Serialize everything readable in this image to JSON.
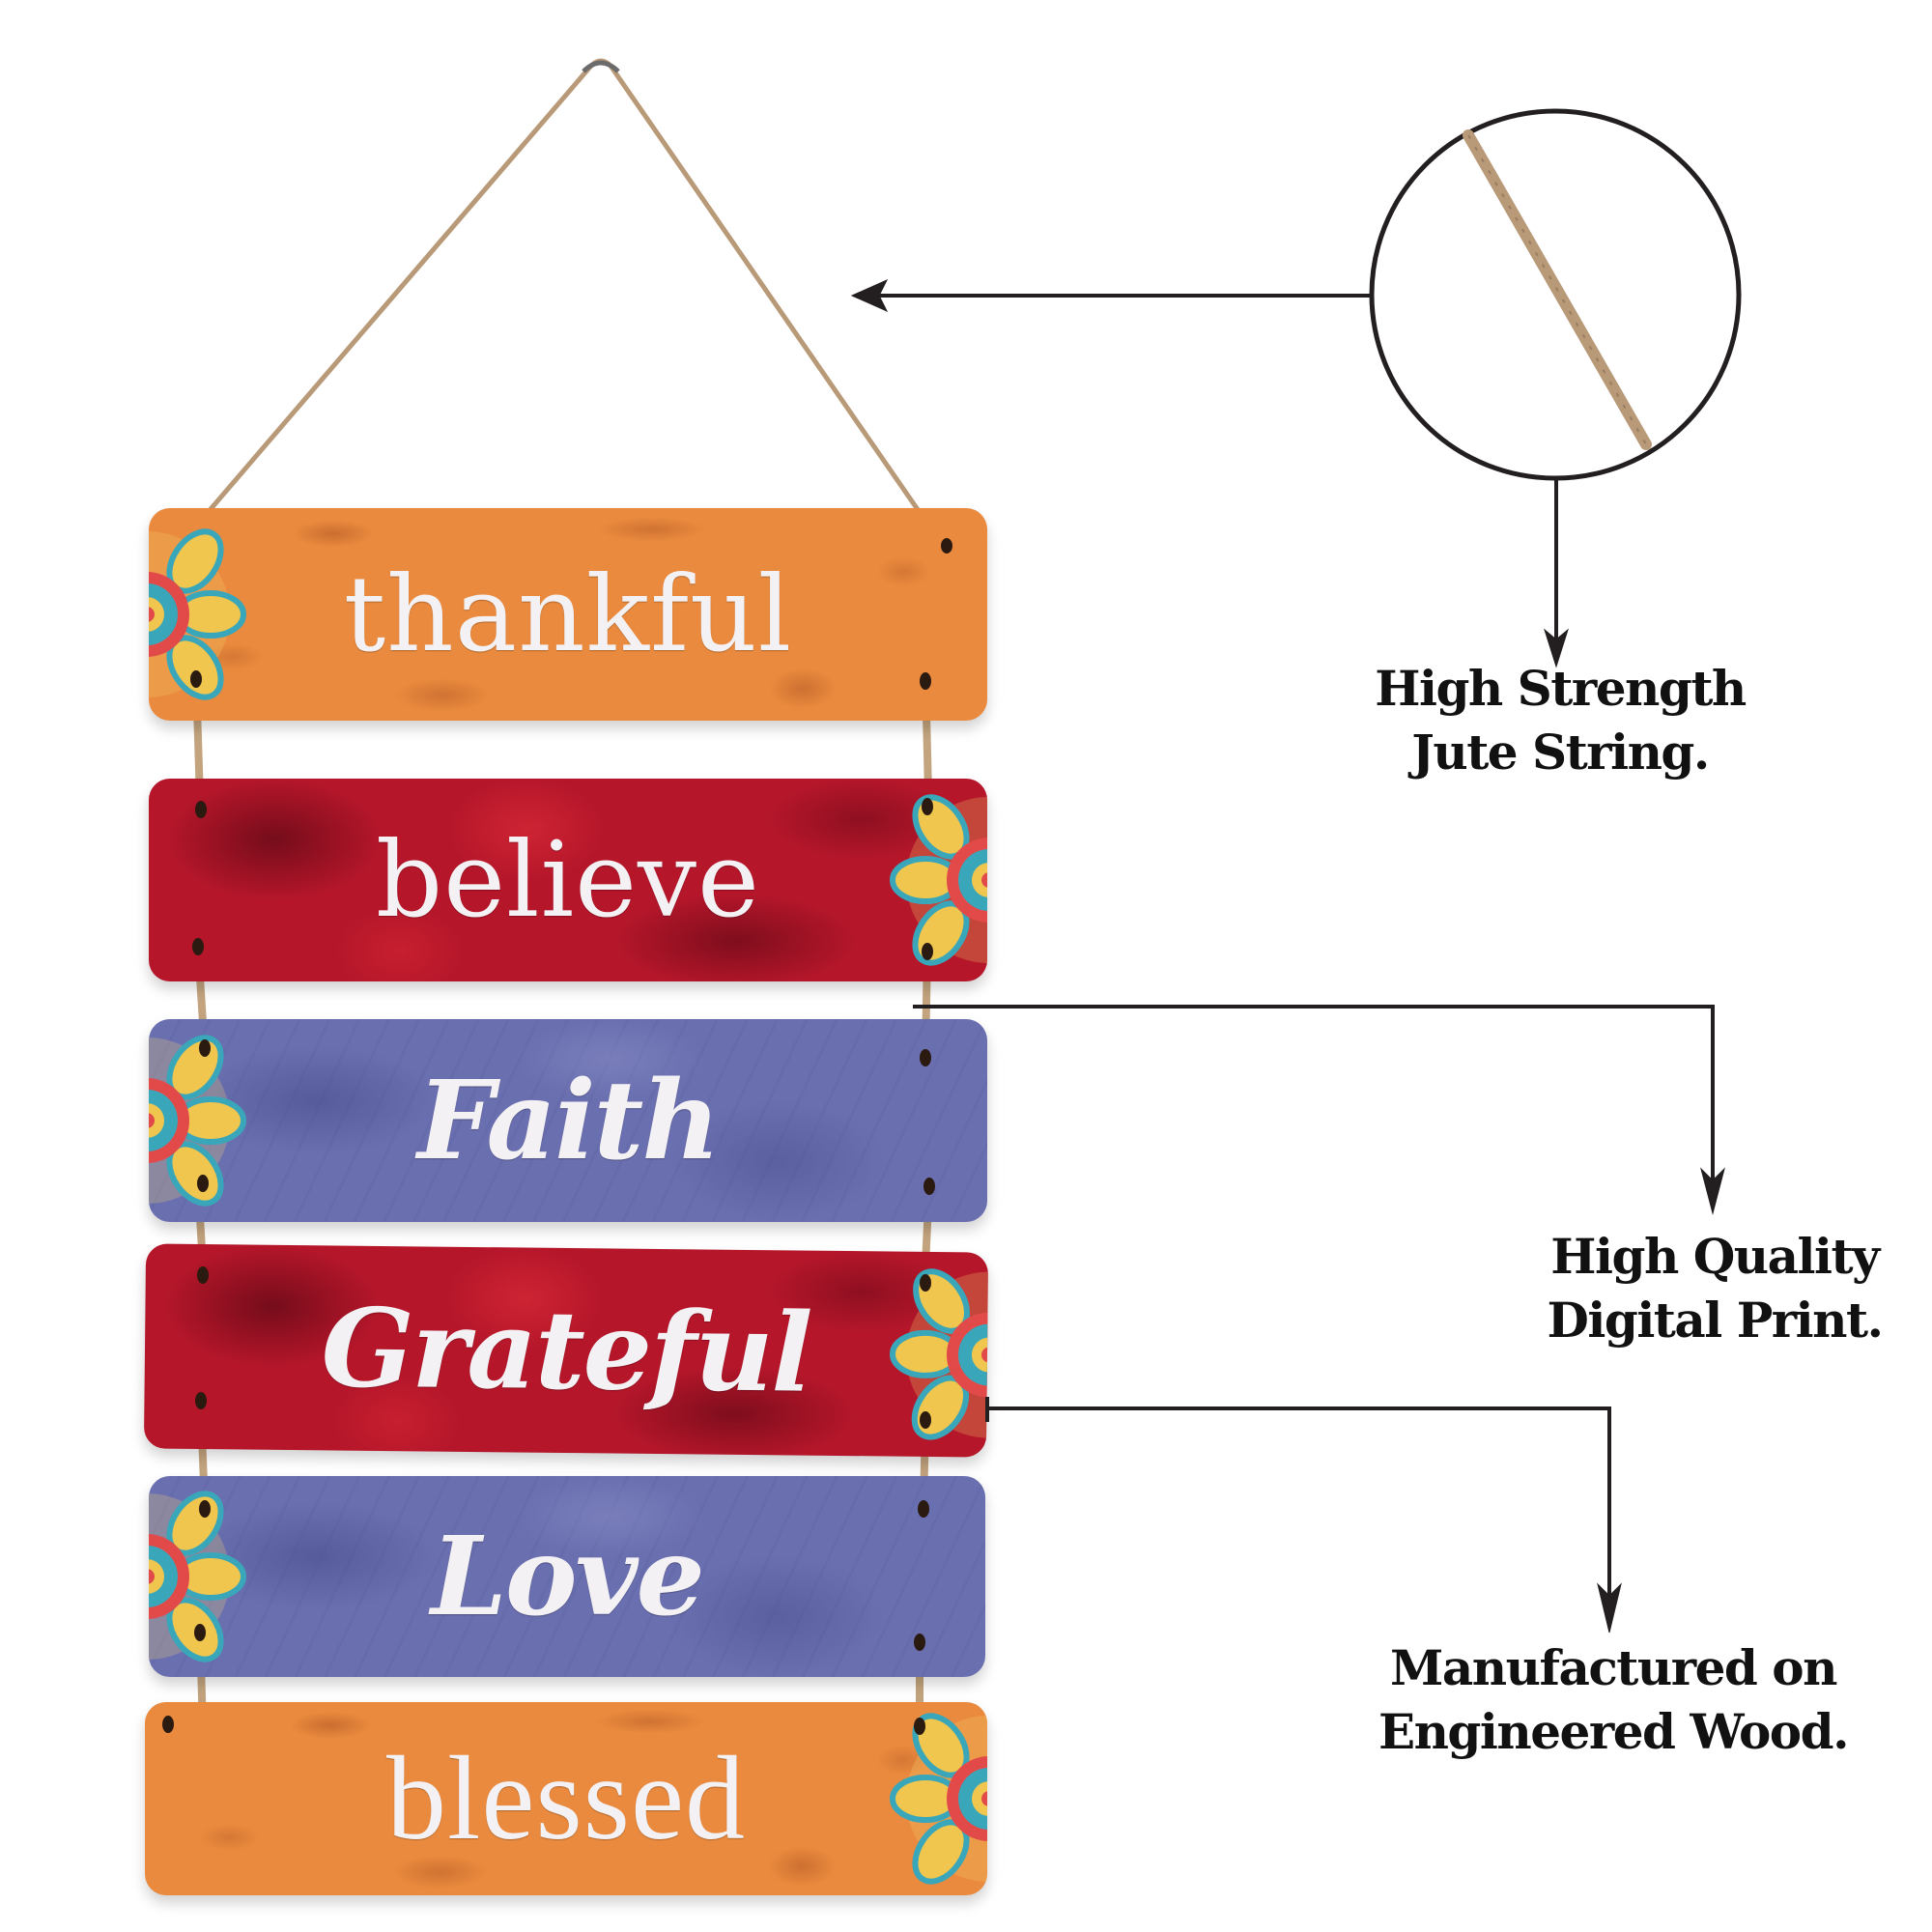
{
  "product": {
    "planks": [
      {
        "word": "thankful",
        "color": "orange",
        "style": "serif",
        "mandala_side": "left"
      },
      {
        "word": "believe",
        "color": "red",
        "style": "serif",
        "mandala_side": "right"
      },
      {
        "word": "Faith",
        "color": "blue",
        "style": "script",
        "mandala_side": "left"
      },
      {
        "word": "Grateful",
        "color": "red",
        "style": "script",
        "mandala_side": "right"
      },
      {
        "word": "Love",
        "color": "blue",
        "style": "script",
        "mandala_side": "left"
      },
      {
        "word": "blessed",
        "color": "orange",
        "style": "slab",
        "mandala_side": "right"
      }
    ]
  },
  "callouts": [
    {
      "id": "jute",
      "line1": "High Strength",
      "line2": "Jute String."
    },
    {
      "id": "print",
      "line1": "High Quality",
      "line2": "Digital Print."
    },
    {
      "id": "wood",
      "line1": "Manufactured on",
      "line2": "Engineered Wood."
    }
  ],
  "colors": {
    "orange": "#ea8a3e",
    "red": "#b5162a",
    "blue": "#6a6fb0",
    "jute": "#b99a78",
    "annotation": "#231f20",
    "text_on_plank": "#f4f1f4"
  }
}
